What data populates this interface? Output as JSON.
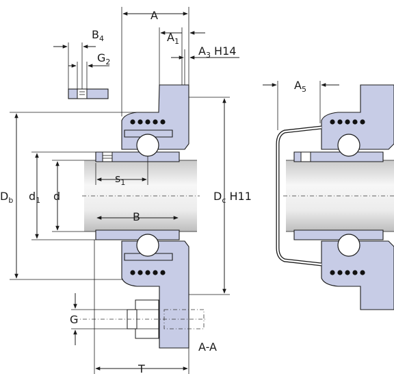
{
  "dimensions": {
    "A": "A",
    "A1": {
      "base": "A",
      "sub": "1"
    },
    "A3": {
      "base": "A",
      "sub": "3",
      "suffix": " H14"
    },
    "A5": {
      "base": "A",
      "sub": "5"
    },
    "B4": {
      "base": "B",
      "sub": "4"
    },
    "G2": {
      "base": "G",
      "sub": "2"
    },
    "Db": {
      "base": "D",
      "sub": "b"
    },
    "d1": {
      "base": "d",
      "sub": "1"
    },
    "d": "d",
    "s1": {
      "base": "s",
      "sub": "1"
    },
    "B": "B",
    "Dc": {
      "base": "D",
      "sub": "c",
      "suffix": " H11"
    },
    "G": "G",
    "T": "T"
  },
  "section_label": "A-A",
  "colors": {
    "part_fill": "#c7cce6",
    "shaft_light": "#f4f4f4",
    "shaft_dark": "#c9c9c9",
    "line": "#1a1a1a"
  }
}
